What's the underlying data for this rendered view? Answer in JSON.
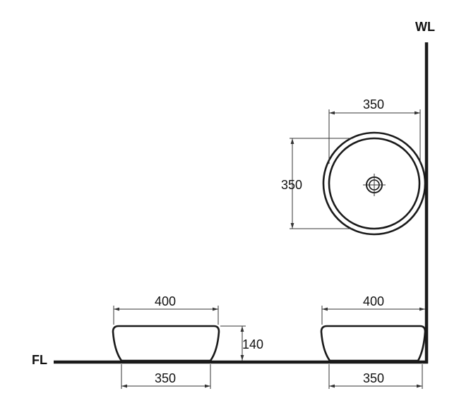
{
  "labels": {
    "wall_line": "WL",
    "floor_line": "FL"
  },
  "top_view": {
    "width_label": "350",
    "depth_label": "350"
  },
  "front_view": {
    "top_width_label": "400",
    "bottom_width_label": "350",
    "height_label": "140"
  },
  "side_view": {
    "top_width_label": "400",
    "bottom_width_label": "350"
  },
  "colors": {
    "line": "#1a1a1a",
    "background": "#ffffff"
  }
}
